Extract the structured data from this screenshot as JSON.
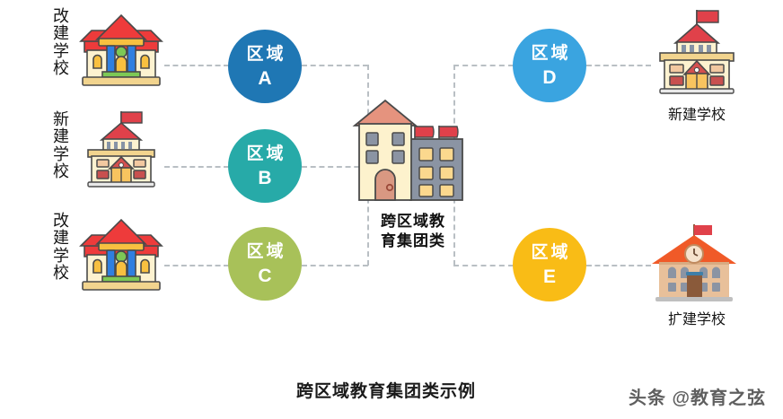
{
  "diagram": {
    "title": "跨区域教育集团类示例",
    "center": {
      "label_line1": "跨区域教",
      "label_line2": "育集团类",
      "icon": "center-building-icon"
    },
    "left_nodes": [
      {
        "label": "改建学校",
        "chars": [
          "改",
          "建",
          "学",
          "校"
        ],
        "icon": "renovated-school-icon"
      },
      {
        "label": "新建学校",
        "chars": [
          "新",
          "建",
          "学",
          "校"
        ],
        "icon": "new-school-icon"
      },
      {
        "label": "改建学校",
        "chars": [
          "改",
          "建",
          "学",
          "校"
        ],
        "icon": "renovated-school-icon"
      }
    ],
    "right_nodes": [
      {
        "label": "新建学校",
        "icon": "new-school-icon"
      },
      {
        "label": "扩建学校",
        "icon": "expanded-school-icon"
      }
    ],
    "regions": [
      {
        "zone": "区域",
        "letter": "A",
        "color": "#1f77b4"
      },
      {
        "zone": "区域",
        "letter": "B",
        "color": "#27aaa8"
      },
      {
        "zone": "区域",
        "letter": "C",
        "color": "#a8c159"
      },
      {
        "zone": "区域",
        "letter": "D",
        "color": "#3aa4e0"
      },
      {
        "zone": "区域",
        "letter": "E",
        "color": "#f9bc16"
      }
    ],
    "connector_color": "#b9bfc4"
  },
  "watermark": {
    "text": "头条 @教育之弦"
  }
}
